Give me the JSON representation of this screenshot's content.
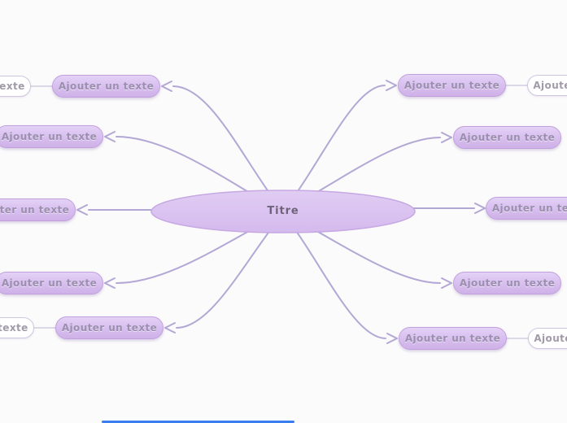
{
  "app": {
    "type": "mindmap-editor",
    "background": "#fbfbfb"
  },
  "center_topic": {
    "label": "Titre"
  },
  "branches": {
    "left": [
      {
        "label": "Ajouter un texte"
      },
      {
        "label": "Ajouter un texte"
      },
      {
        "label": "Ajouter un texte"
      },
      {
        "label": "Ajouter un texte"
      },
      {
        "label": "Ajouter un texte"
      }
    ],
    "right": [
      {
        "label": "Ajouter un texte"
      },
      {
        "label": "Ajouter un texte"
      },
      {
        "label": "Ajouter un texte"
      },
      {
        "label": "Ajouter un texte"
      },
      {
        "label": "Ajouter un texte"
      }
    ],
    "left_children": [
      {
        "label": "Ajouter un texte"
      },
      {
        "label": "Ajouter un texte"
      }
    ],
    "right_children": [
      {
        "label": "Ajouter un texte"
      },
      {
        "label": "Ajouter un texte"
      }
    ]
  },
  "colors": {
    "node_fill_top": "#e4d2f6",
    "node_fill_bottom": "#cfb1e8",
    "node_border": "#c0a1dd",
    "node_text": "#9b8fae",
    "child_fill": "#ffffff",
    "child_border": "#cfc7e0",
    "child_text": "#a19ba9",
    "center_fill_top": "#e0cdf3",
    "center_fill_bottom": "#d5baee",
    "center_border": "#c6a8e3",
    "center_text": "#6e6378",
    "connector": "#b3a8d5",
    "child_link": "#d3cce2",
    "scrollbar": "#3b7ef0"
  }
}
